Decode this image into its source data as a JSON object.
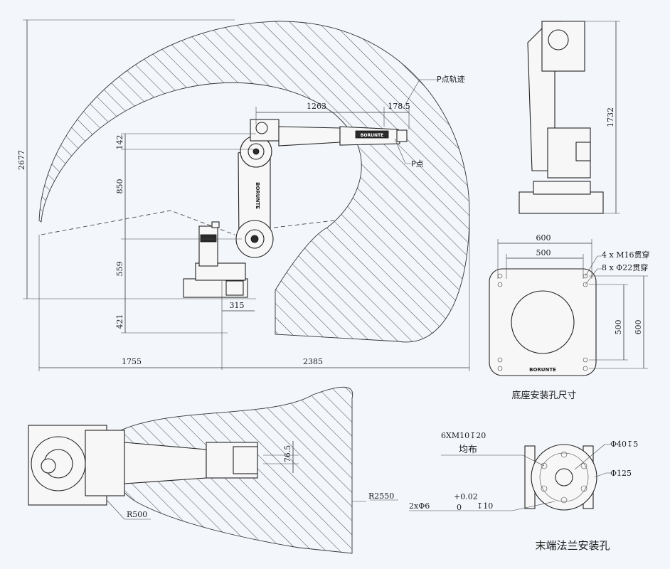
{
  "side_view": {
    "dims": {
      "total_height": "2677",
      "arm_reach": "1263",
      "wrist_offset": "178.5",
      "shoulder_offset": "142",
      "upper_arm": "850",
      "base_height": "559",
      "below_base": "421",
      "base_offset": "315",
      "rear_reach": "1755",
      "front_reach": "2385"
    },
    "labels": {
      "p_trajectory": "P点轨迹",
      "p_point": "P点"
    },
    "brand": "BORUNTE"
  },
  "rear_view": {
    "dims": {
      "height": "1732"
    }
  },
  "base_mount": {
    "dims": {
      "outer_width": "600",
      "inner_width": "500",
      "inner_height": "500",
      "outer_height": "600"
    },
    "holes": {
      "threaded": "4 x M16贯穿",
      "through": "8 x Φ22贯穿"
    },
    "brand": "BORUNTE",
    "caption": "底座安装孔尺寸"
  },
  "top_view": {
    "dims": {
      "offset": "76.5",
      "reach_radius": "R2550",
      "min_radius": "R500"
    }
  },
  "flange": {
    "labels": {
      "thread": "6XM10↧20",
      "even": "均布",
      "pin_main": "2xΦ6",
      "tol_upper": "+0.02",
      "tol_lower": "0",
      "pin_depth": "↧10",
      "bore": "Φ40↧5",
      "pcd": "Φ125"
    },
    "caption": "末端法兰安装孔"
  },
  "colors": {
    "background": "#f3f6fb",
    "lines": "#222222"
  }
}
